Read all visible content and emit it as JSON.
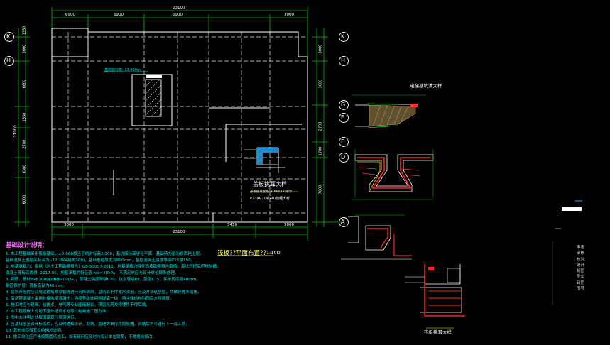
{
  "plan": {
    "total_width_top": "23100",
    "total_width_bottom": "23100",
    "top_dims": [
      "6900",
      "6900",
      "6900",
      "3000"
    ],
    "bottom_dims": [
      "3000",
      "3450",
      "3000"
    ],
    "left_total": "21900",
    "left_dims": [
      "1350",
      "3600",
      "6600",
      "1350",
      "2700",
      "6300",
      "6000"
    ],
    "right_dims": [
      "3000",
      "3000",
      "2700",
      "1700",
      "7600"
    ],
    "elev_label": "基坑底标高 -13.800m",
    "title": "筏板??平面布置??",
    "scale": "1:10D"
  },
  "axes": [
    "K",
    "H",
    "G",
    "F",
    "E",
    "D",
    "A"
  ],
  "detail_cover": {
    "title": "盖板挑耳大样",
    "note1": "盖板挑耳配筋详(XX)(13)所示",
    "note2": "P27(A-20新40)筋经大样"
  },
  "detail_elevator": {
    "title": "电梯基坑溝大样"
  },
  "detail_pit": {
    "title": "筏板挑耳大样"
  },
  "notes": {
    "title": "基础设计说明：",
    "lines": [
      "1. 本工程基础采用筏板基础，±0.000相当于绝对标高2.300，基坑底标高详见平面，基础持力层为粉质粘土层。",
      "   基础混凝土垂层底标高为 -12.200(结构100)，基础垂层厚度为600mm，垫层混凝土强度等级C15厚150。",
      "2. 地基承载力：根据《岩土工程勘察报告》GB 50007-2011，地基承载力特征值按勘察报告取值，基坑开挖后应经验槽。",
      "   混凝土筏板底面得 -2017.05，地基承载力特征值 fak=40kPa，不满足时应与设计单位联系处理。",
      "3. 钢筋：筋材HPB300(φ)HRB400(№)，混凝土强度等级C30，抗渗等级P8，垫层C15，保护层厚度40mm。",
      "   钢筋保护层：筏板底部为40mm。",
      "4. 基坑开挖时应对周边建筑物及管线进行沉降观测，基坑底不得被水浸泡，应及时浇筑垫层，并做好排水措施。",
      "5. 后浇带混凝土采用补偿收缩混凝土，强度等级比两侧提高一级，待主体结构封顶后方可浇筑。",
      "6. 施工时应与建筑、给排水、电气等专业图纸配合，预留孔洞及预埋件不得后凿。",
      "7. 本工程筏板上的地下室外墙及水池等以结构施工图为准。",
      "8. 图中未注明之处按国家现行规范执行。",
      "9. 当基坑挖至设计标高后，应及时通知设计、勘察、监理等单位共同验槽，合格后方可进行下一道工序。",
      "10. 其他未尽事宜见结构总说明。",
      "11. 施工单位应严格按照图纸施工，如有疑问应及时与设计单位联系，不得擅自修改。"
    ]
  },
  "title_block": {
    "labels": [
      "审定",
      "审核",
      "校对",
      "设计",
      "制图",
      "专业",
      "日期",
      "图号"
    ]
  },
  "colors": {
    "background": "#000000",
    "grid": "#ffffff",
    "dimension": "#00ff00",
    "text_notes": "#00e8e8",
    "title": "#ff66ff",
    "rebar": "#ff2020",
    "hatch": "#ffff00"
  }
}
